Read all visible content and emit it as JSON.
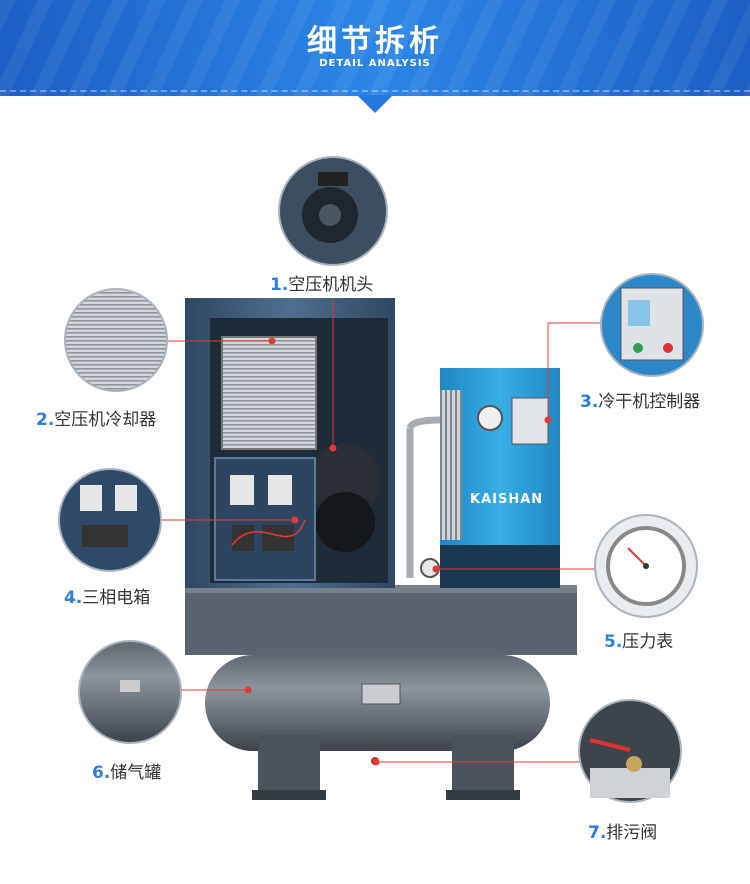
{
  "header": {
    "title": "细节拆析",
    "subtitle": "DETAIL ANALYSIS"
  },
  "brand": {
    "logo_text": "KAISHAN"
  },
  "callouts": [
    {
      "num": "1.",
      "text": "空压机机头"
    },
    {
      "num": "2.",
      "text": "空压机冷却器"
    },
    {
      "num": "3.",
      "text": "冷干机控制器"
    },
    {
      "num": "4.",
      "text": "三相电箱"
    },
    {
      "num": "5.",
      "text": "压力表"
    },
    {
      "num": "6.",
      "text": "储气罐"
    },
    {
      "num": "7.",
      "text": "排污阀"
    }
  ],
  "colors": {
    "banner": "#2678dc",
    "number": "#2b7fe0",
    "callout_line": "#e53935",
    "machine": "#3a4f66",
    "dryer": "#2b9ed8"
  }
}
